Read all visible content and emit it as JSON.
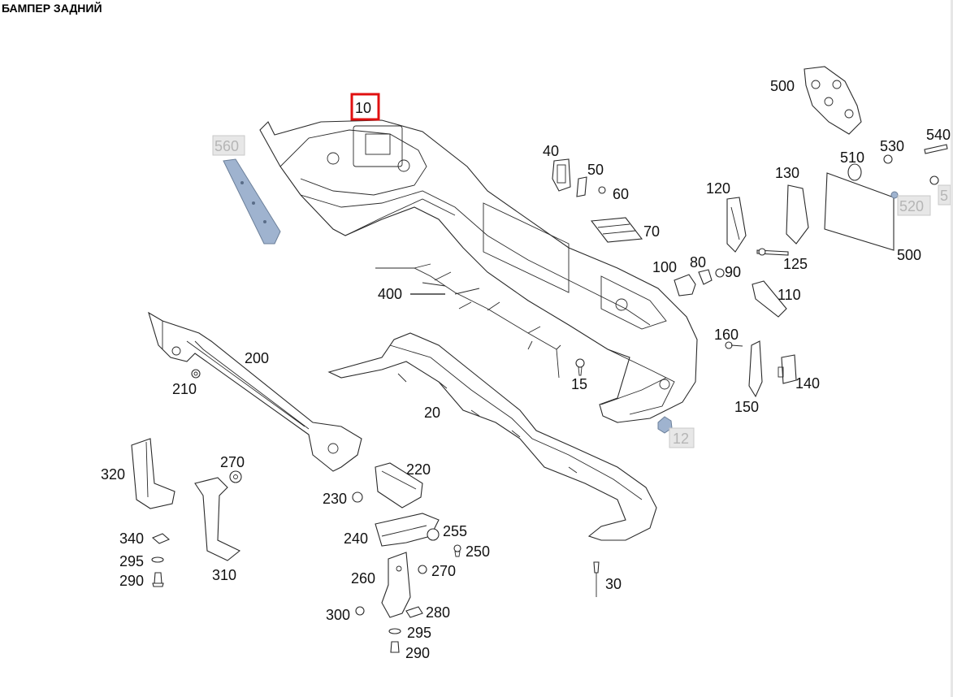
{
  "title": "БАМПЕР ЗАДНИЙ",
  "callouts": {
    "c10": "10",
    "c12": "12",
    "c15": "15",
    "c20": "20",
    "c30": "30",
    "c40": "40",
    "c50": "50",
    "c60": "60",
    "c70": "70",
    "c80": "80",
    "c90": "90",
    "c100": "100",
    "c110": "110",
    "c120": "120",
    "c125": "125",
    "c130": "130",
    "c140": "140",
    "c150": "150",
    "c160": "160",
    "c200": "200",
    "c210": "210",
    "c220": "220",
    "c230": "230",
    "c240": "240",
    "c250": "250",
    "c255": "255",
    "c260": "260",
    "c270a": "270",
    "c270b": "270",
    "c280": "280",
    "c290a": "290",
    "c290b": "290",
    "c295a": "295",
    "c295b": "295",
    "c300": "300",
    "c310": "310",
    "c320": "320",
    "c340": "340",
    "c400": "400",
    "c500a": "500",
    "c500b": "500",
    "c510": "510",
    "c520": "520",
    "c530": "530",
    "c540": "540",
    "c560": "560",
    "c5x": "5"
  },
  "selected_callout": "10",
  "dimmed_callouts": [
    "560",
    "520",
    "12",
    "5"
  ],
  "colors": {
    "selection": "#e01010",
    "dimmed_text": "#b5b5b5",
    "highlighted_part": "#9fb3cf"
  }
}
